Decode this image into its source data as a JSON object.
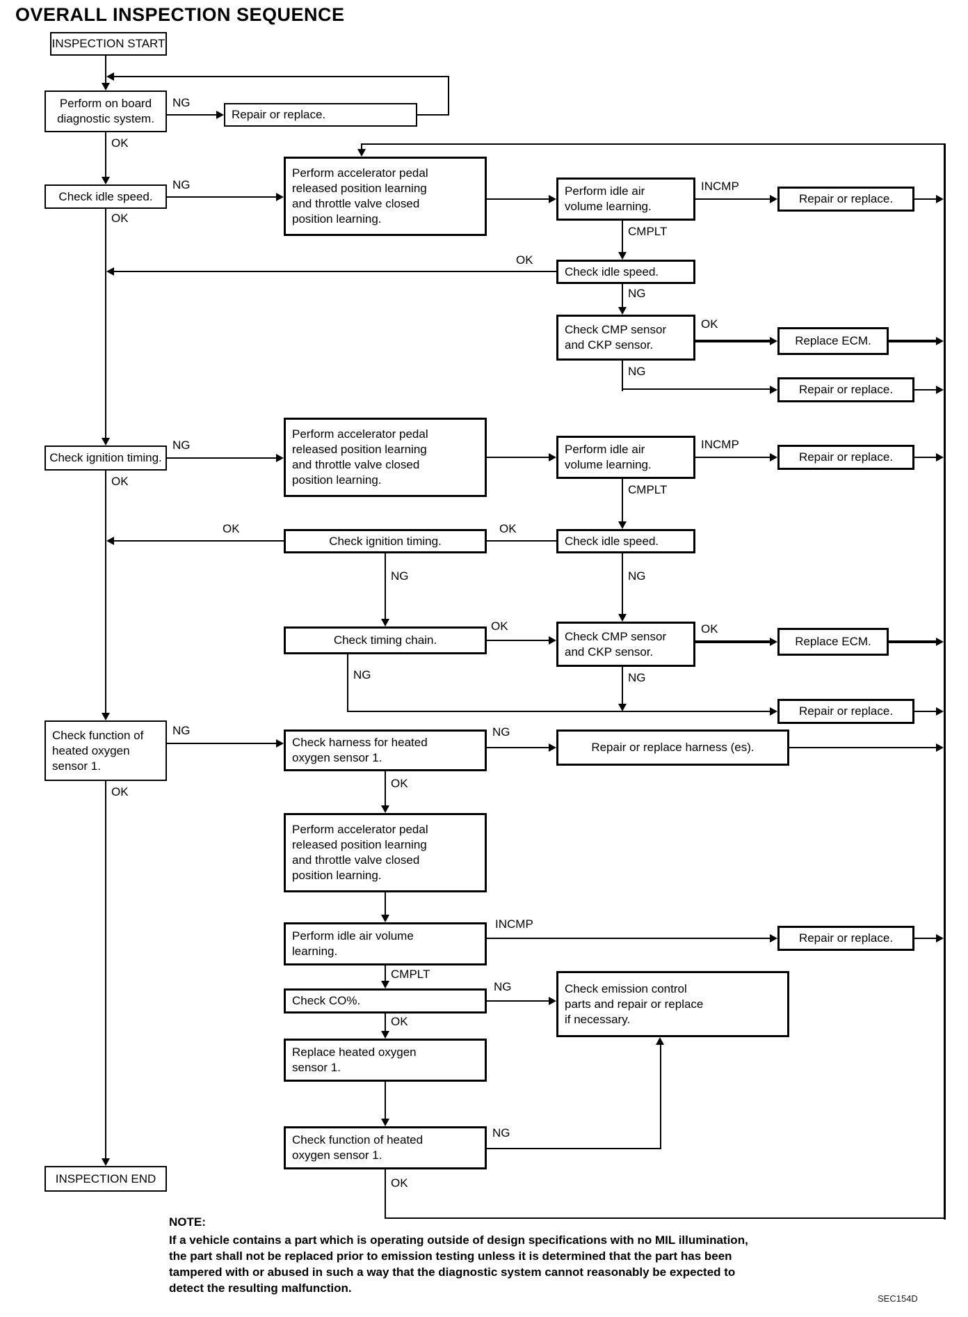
{
  "title": "OVERALL INSPECTION SEQUENCE",
  "labels": {
    "ng": "NG",
    "ok": "OK",
    "incmp": "INCMP",
    "cmplt": "CMPLT"
  },
  "nodes": {
    "inspection_start": "INSPECTION START",
    "perform_obd": "Perform on board\ndiagnostic system.",
    "check_idle_left": "Check idle speed.",
    "repair": "Repair or replace.",
    "accel_learning": "Perform accelerator pedal\nreleased position learning\nand throttle valve closed\nposition learning.",
    "idle_air": "Perform idle air\nvolume learning.",
    "check_idle": "Check idle speed.",
    "check_cmp": "Check CMP sensor\nand CKP sensor.",
    "replace_ecm": "Replace ECM.",
    "check_ignition_left": "Check ignition timing.",
    "check_ignition2": "Check ignition timing.",
    "check_timing_chain": "Check timing chain.",
    "check_ho2s_left": "Check function of\nheated oxygen\nsensor 1.",
    "check_harness": "Check harness for heated\noxygen sensor 1.",
    "repair_harness": "Repair or replace harness (es).",
    "idle_air_wide": "Perform idle air volume\nlearning.",
    "check_co": "Check CO%.",
    "emission": "Check emission control\nparts and repair or replace\nif necessary.",
    "replace_ho2s": "Replace heated oxygen\nsensor 1.",
    "check_ho2s2": "Check function of heated\noxygen sensor 1.",
    "inspection_end": "INSPECTION END"
  },
  "note": {
    "heading": "NOTE:",
    "body": "If a vehicle contains a part which is operating outside of design specifications with no MIL illumination,\nthe part shall not be replaced prior to emission testing unless it is determined that the part has been\ntampered with or abused in such a way that the diagnostic system cannot reasonably be expected to\ndetect the resulting malfunction."
  },
  "figure_code": "SEC154D"
}
